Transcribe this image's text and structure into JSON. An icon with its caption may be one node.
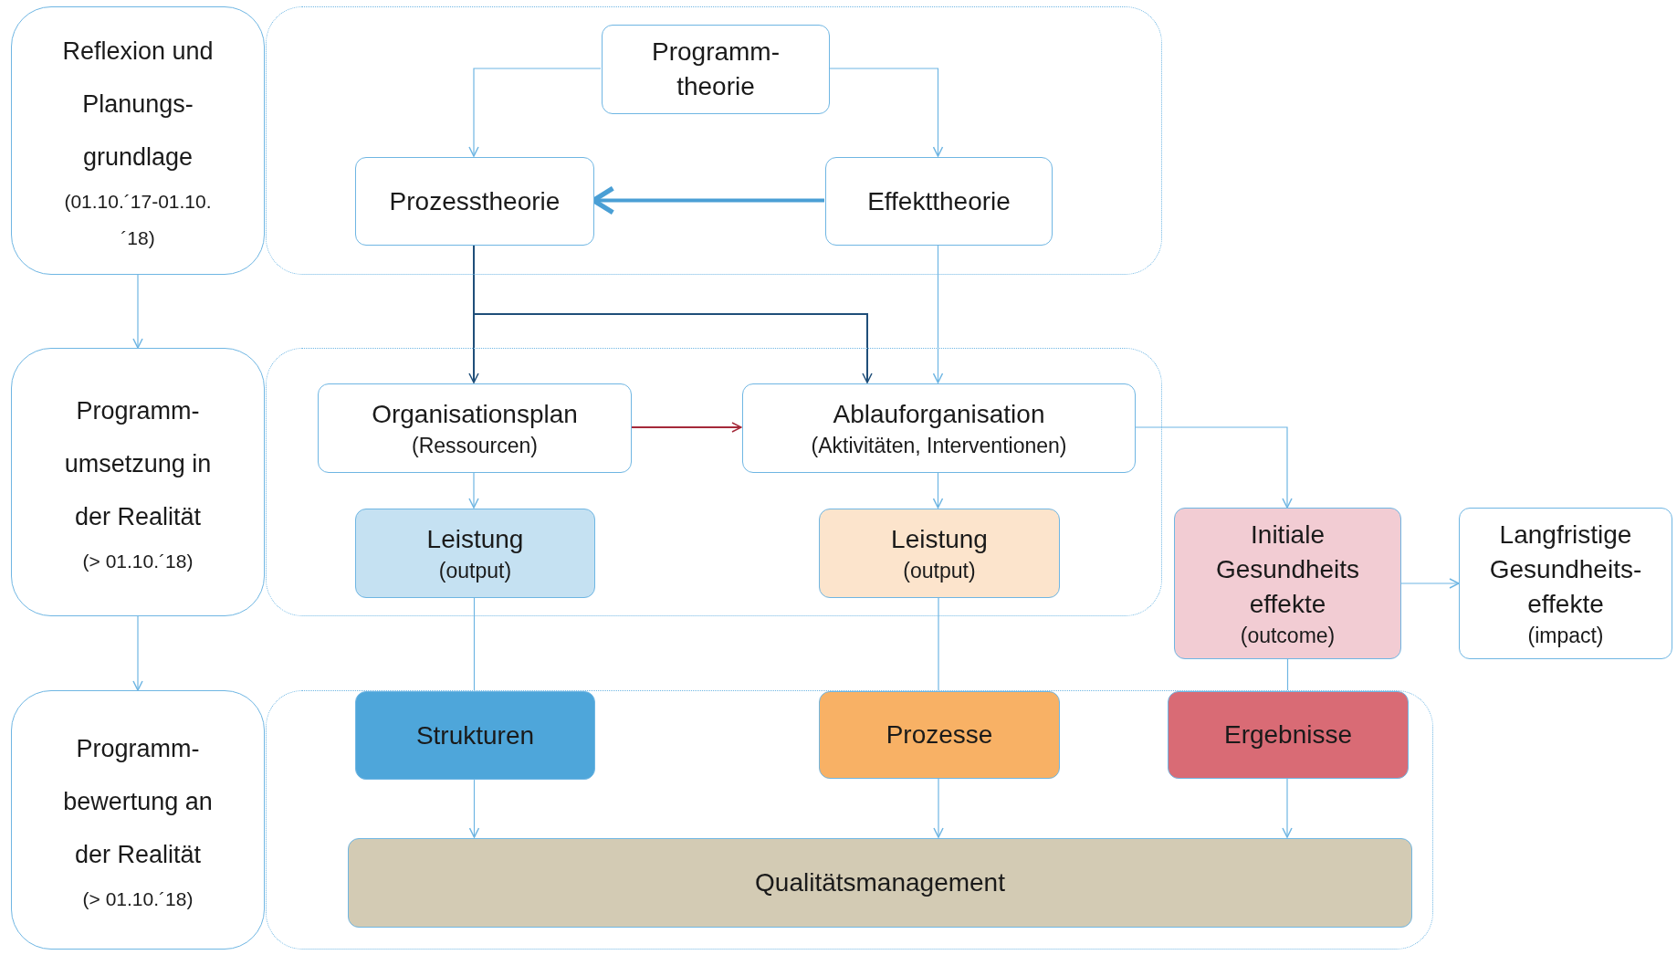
{
  "diagram": {
    "nodes": [
      {
        "text": [
          "Reflexion und Planungs-grundlage",
          "(01.10.´17-01.10.´18)"
        ]
      },
      {
        "text": [],
        "shape": "box"
      },
      {
        "text": [
          "Programm-theorie"
        ],
        "in": 1
      },
      {
        "text": [
          "Prozesstheorie"
        ],
        "in": 1
      },
      {
        "text": [
          "Effekttheorie"
        ],
        "in": 1
      },
      {
        "text": [
          "Programm-umsetzung in der Realität",
          "(> 01.10.´18)"
        ]
      },
      {
        "text": [],
        "shape": "box"
      },
      {
        "text": [
          "Organisationsplan",
          "(Ressourcen)"
        ],
        "in": 6
      },
      {
        "text": [
          "Ablauforganisation",
          "(Aktivitäten, Interventionen)"
        ],
        "in": 6
      },
      {
        "text": [
          "Leistung",
          "(output)"
        ],
        "in": 6
      },
      {
        "text": [
          "Leistung",
          "(output)"
        ],
        "in": 6
      },
      {
        "text": [
          "Initiale Gesundheits effekte",
          "(outcome)"
        ]
      },
      {
        "text": [
          "Langfristige Gesundheits-effekte",
          "(impact)"
        ]
      },
      {
        "text": [
          "Programm-bewertung an der Realität",
          "(> 01.10.´18)"
        ]
      },
      {
        "text": [],
        "shape": "box"
      },
      {
        "text": [
          "Strukturen"
        ],
        "in": 14
      },
      {
        "text": [
          "Prozesse"
        ],
        "in": 14
      },
      {
        "text": [
          "Ergebnisse"
        ],
        "in": 14
      },
      {
        "text": [
          "Qualitätsmanagement"
        ],
        "in": 14
      }
    ],
    "edges": [
      {
        "from": 2,
        "to": 3,
        "arrow": "to"
      },
      {
        "from": 2,
        "to": 4,
        "arrow": "to"
      },
      {
        "from": 4,
        "to": 3,
        "arrow": "to",
        "style": "thick",
        "color": "#4a9fd5"
      },
      {
        "from": 3,
        "to": 7,
        "arrow": "to",
        "color": "#1f4e79"
      },
      {
        "from": 3,
        "to": 8,
        "arrow": "to",
        "color": "#1f4e79"
      },
      {
        "from": 4,
        "to": 8,
        "arrow": "to"
      },
      {
        "from": 7,
        "to": 8,
        "arrow": "to",
        "color": "#a52a3a"
      },
      {
        "from": 8,
        "to": 11,
        "arrow": "to"
      },
      {
        "from": 7,
        "to": 9,
        "arrow": "to"
      },
      {
        "from": 8,
        "to": 10,
        "arrow": "to"
      },
      {
        "from": 11,
        "to": 12,
        "arrow": "to"
      },
      {
        "from": 9,
        "to": 15,
        "arrow": "none"
      },
      {
        "from": 10,
        "to": 16,
        "arrow": "none"
      },
      {
        "from": 11,
        "to": 17,
        "arrow": "none"
      },
      {
        "from": 15,
        "to": 18,
        "arrow": "to"
      },
      {
        "from": 16,
        "to": 18,
        "arrow": "to"
      },
      {
        "from": 17,
        "to": 18,
        "arrow": "to"
      },
      {
        "from": 0,
        "to": 5,
        "arrow": "to"
      },
      {
        "from": 5,
        "to": 13,
        "arrow": "to"
      }
    ]
  }
}
